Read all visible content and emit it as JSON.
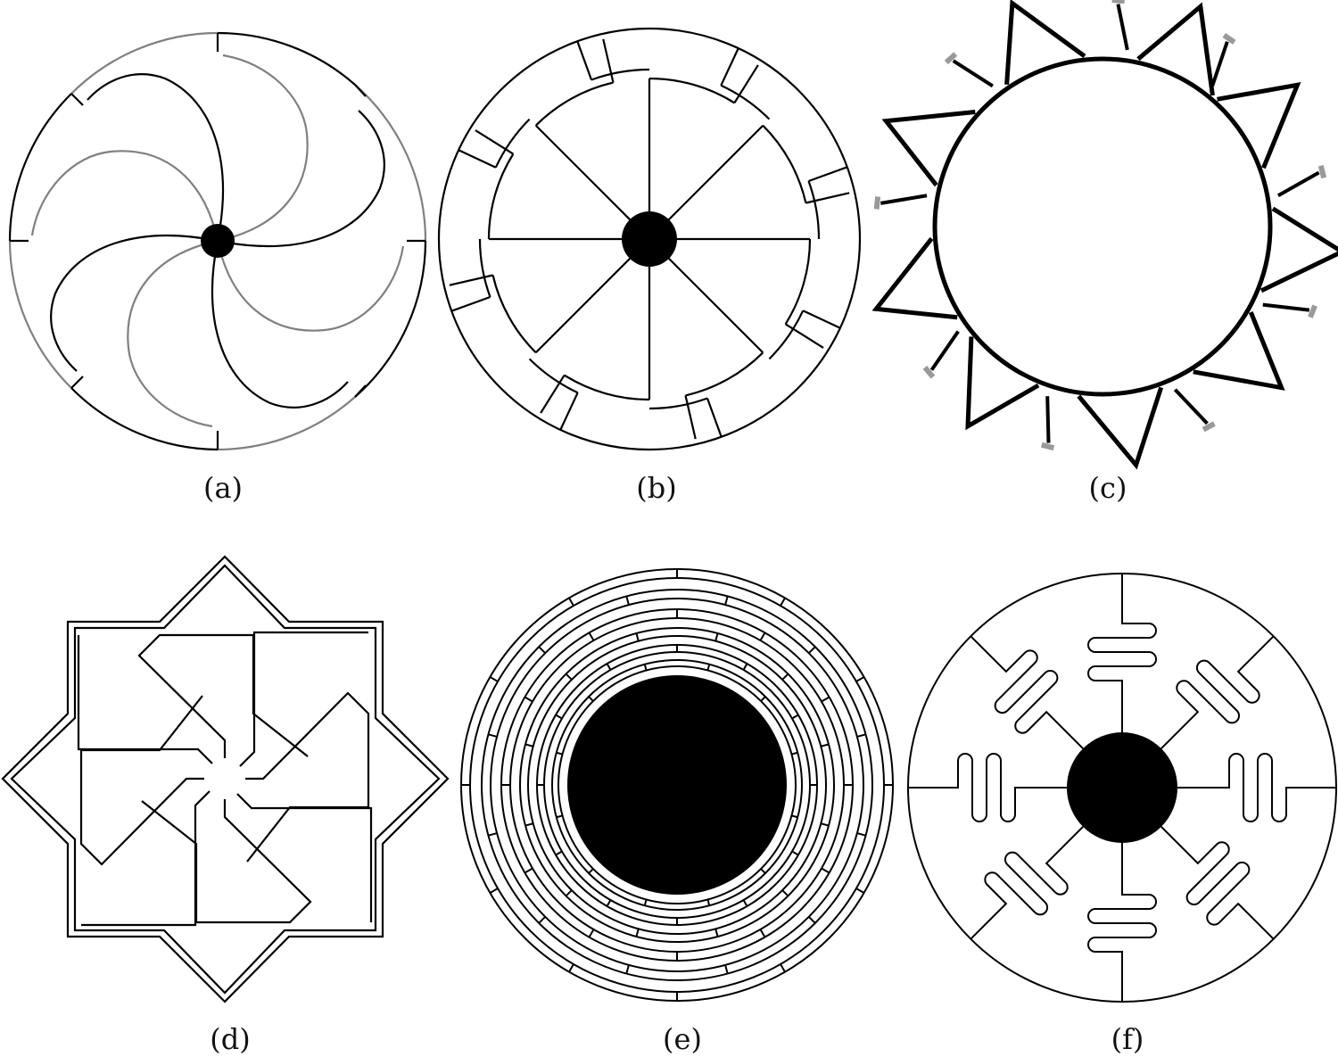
{
  "panels": [
    {
      "id": "a",
      "label": "(a)"
    },
    {
      "id": "b",
      "label": "(b)"
    },
    {
      "id": "c",
      "label": "(c)"
    },
    {
      "id": "d",
      "label": "(d)"
    },
    {
      "id": "e",
      "label": "(e)"
    },
    {
      "id": "f",
      "label": "(f)"
    }
  ],
  "colors": {
    "ink": "#000000",
    "gray": "#808080",
    "background": "#ffffff"
  }
}
